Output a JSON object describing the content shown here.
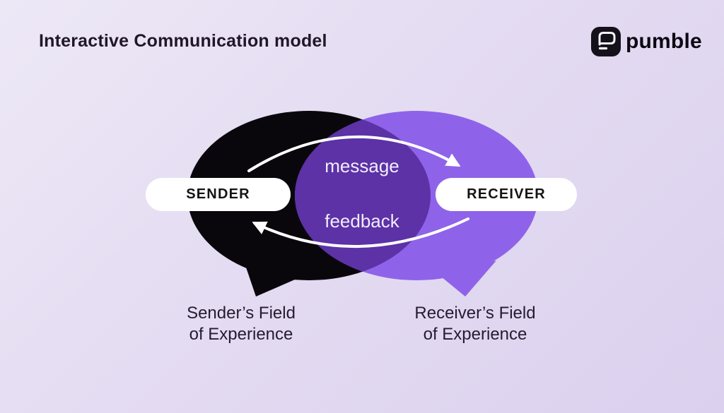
{
  "header": {
    "title": "Interactive Communication model",
    "logo_text": "pumble"
  },
  "diagram": {
    "sender_pill": "SENDER",
    "receiver_pill": "RECEIVER",
    "message_label": "message",
    "feedback_label": "feedback",
    "sender_field": {
      "line1": "Sender’s Field",
      "line2": "of Experience"
    },
    "receiver_field": {
      "line1": "Receiver’s Field",
      "line2": "of Experience"
    },
    "colors": {
      "background_start": "#ede8f6",
      "background_end": "#dbd0ee",
      "sender_bubble": "#0a070c",
      "receiver_bubble": "#8e63e9",
      "overlap": "#5c32a6",
      "arrow": "#ffffff",
      "pill_background": "#ffffff",
      "pill_text": "#141414",
      "title_text": "#201829"
    }
  }
}
